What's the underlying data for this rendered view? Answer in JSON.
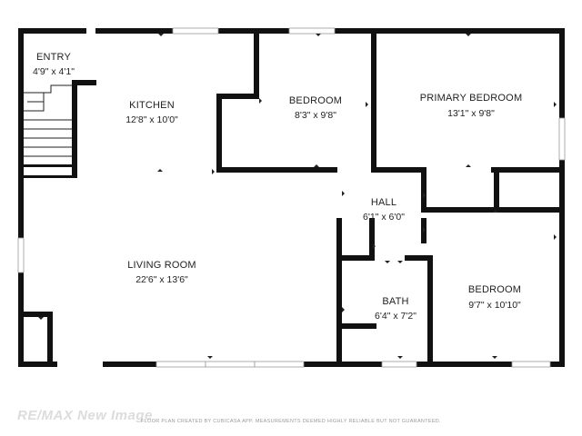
{
  "rooms": [
    {
      "name": "ENTRY",
      "dims": "4'9\" x 4'1\""
    },
    {
      "name": "KITCHEN",
      "dims": "12'8\" x 10'0\""
    },
    {
      "name": "BEDROOM",
      "dims": "8'3\" x 9'8\""
    },
    {
      "name": "PRIMARY BEDROOM",
      "dims": "13'1\" x 9'8\""
    },
    {
      "name": "HALL",
      "dims": "6'1\" x 6'0\""
    },
    {
      "name": "LIVING ROOM",
      "dims": "22'6\" x 13'6\""
    },
    {
      "name": "BATH",
      "dims": "6'4\" x 7'2\""
    },
    {
      "name": "BEDROOM",
      "dims": "9'7\" x 10'10\""
    }
  ],
  "branding": {
    "logo_text": "RE/MAX New Image"
  },
  "disclaimer": "FLOOR PLAN CREATED BY CUBICASA APP. MEASUREMENTS DEEMED HIGHLY RELIABLE BUT NOT GUARANTEED.",
  "colors": {
    "wall": "#111111",
    "background": "#ffffff",
    "window": "#9a9a9a",
    "watermark": "#dcdcdc"
  }
}
